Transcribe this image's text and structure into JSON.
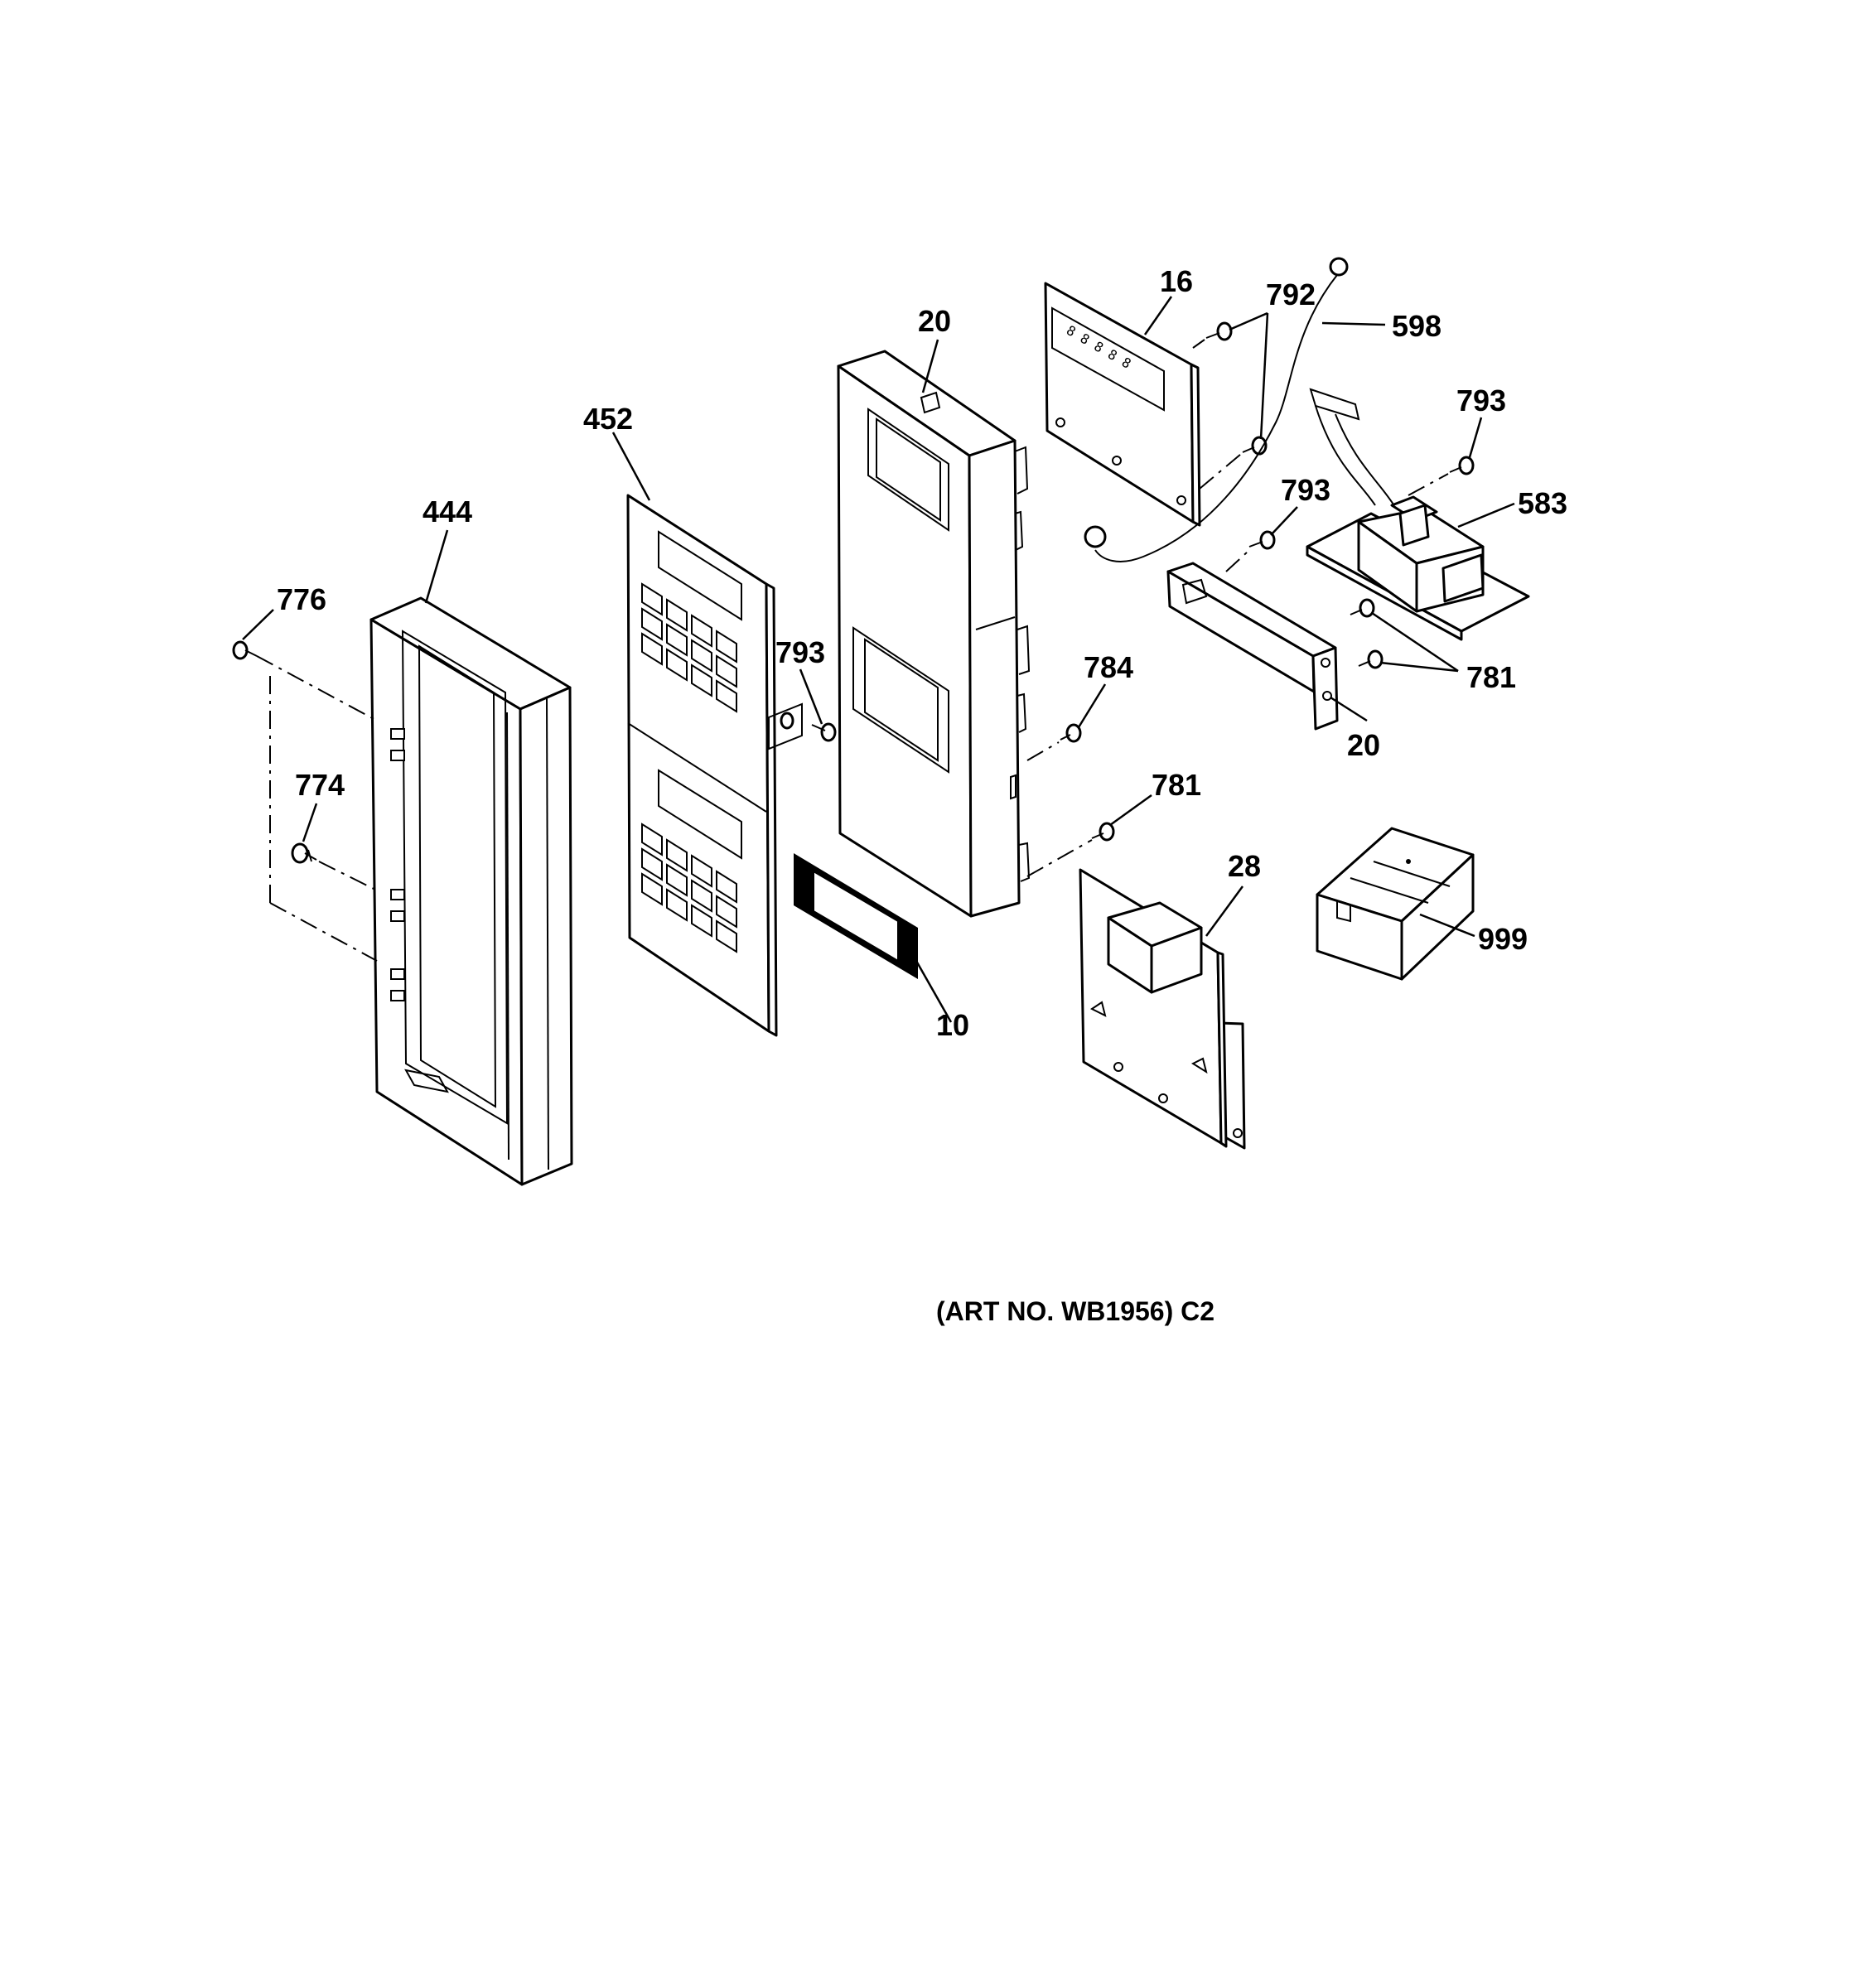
{
  "diagram": {
    "labels": [
      {
        "id": "776",
        "text": "776"
      },
      {
        "id": "444",
        "text": "444"
      },
      {
        "id": "774",
        "text": "774"
      },
      {
        "id": "452",
        "text": "452"
      },
      {
        "id": "793a",
        "text": "793"
      },
      {
        "id": "10",
        "text": "10"
      },
      {
        "id": "20a",
        "text": "20"
      },
      {
        "id": "784",
        "text": "784"
      },
      {
        "id": "781a",
        "text": "781"
      },
      {
        "id": "16",
        "text": "16"
      },
      {
        "id": "792",
        "text": "792"
      },
      {
        "id": "598",
        "text": "598"
      },
      {
        "id": "793b",
        "text": "793"
      },
      {
        "id": "583",
        "text": "583"
      },
      {
        "id": "793c",
        "text": "793"
      },
      {
        "id": "781b",
        "text": "781"
      },
      {
        "id": "20b",
        "text": "20"
      },
      {
        "id": "28",
        "text": "28"
      },
      {
        "id": "999",
        "text": "999"
      }
    ],
    "caption": "(ART NO. WB1956) C2"
  }
}
